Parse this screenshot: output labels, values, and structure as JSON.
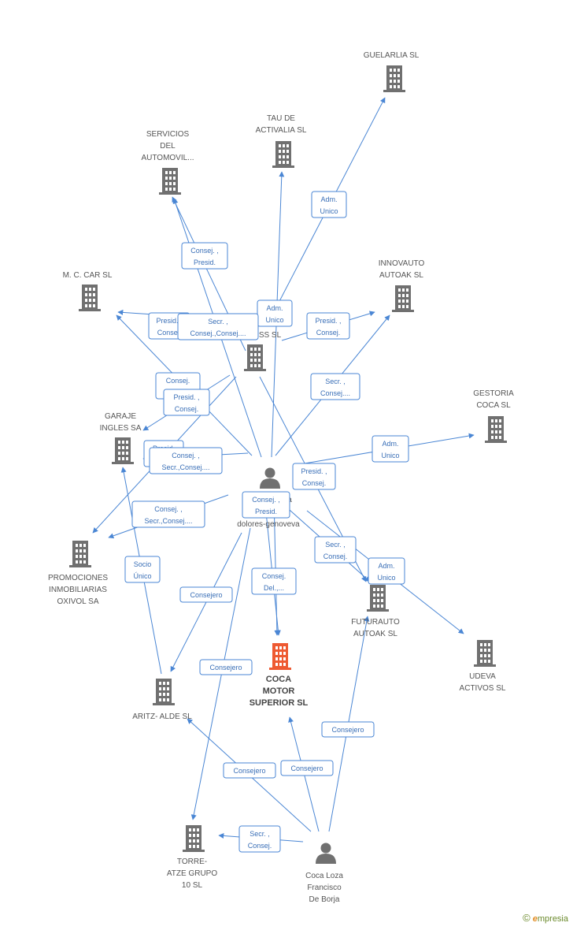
{
  "colors": {
    "edge": "#4a86d4",
    "building": "#707070",
    "main_building": "#ee5a32",
    "person": "#707070",
    "box_text": "#3a6fb7"
  },
  "nodes": [
    {
      "id": "guelarlia",
      "type": "company",
      "lines": [
        "GUELARLIA SL"
      ]
    },
    {
      "id": "tau",
      "type": "company",
      "lines": [
        "TAU DE",
        "ACTIVALIA SL"
      ]
    },
    {
      "id": "servicios",
      "type": "company",
      "lines": [
        "SERVICIOS",
        "DEL",
        "AUTOMOVIL..."
      ]
    },
    {
      "id": "innovauto",
      "type": "company",
      "lines": [
        "INNOVAUTO",
        "AUTOAK SL"
      ]
    },
    {
      "id": "mccar",
      "type": "company",
      "lines": [
        "M. C. CAR SL"
      ]
    },
    {
      "id": "hub",
      "type": "company",
      "lines": [
        "SS SL"
      ]
    },
    {
      "id": "gestoria",
      "type": "company",
      "lines": [
        "GESTORIA",
        "COCA SL"
      ]
    },
    {
      "id": "garaje",
      "type": "company",
      "lines": [
        "GARAJE",
        "INGLES SA"
      ]
    },
    {
      "id": "dolores",
      "type": "person",
      "lines": [
        "a",
        "dolores-genoveva"
      ]
    },
    {
      "id": "promociones",
      "type": "company",
      "lines": [
        "PROMOCIONES",
        "INMOBILIARIAS",
        "OXIVOL SA"
      ]
    },
    {
      "id": "futurauto",
      "type": "company",
      "lines": [
        "FUTURAUTO",
        "AUTOAK SL"
      ]
    },
    {
      "id": "udeva",
      "type": "company",
      "lines": [
        "UDEVA",
        "ACTIVOS SL"
      ]
    },
    {
      "id": "coca",
      "type": "main",
      "lines": [
        "COCA",
        "MOTOR",
        "SUPERIOR SL"
      ]
    },
    {
      "id": "aritz",
      "type": "company",
      "lines": [
        "ARITZ- ALDE SL"
      ]
    },
    {
      "id": "torre",
      "type": "company",
      "lines": [
        "TORRE-",
        "ATZE GRUPO",
        "10 SL"
      ]
    },
    {
      "id": "borja",
      "type": "person",
      "lines": [
        "Coca Loza",
        "Francisco",
        "De Borja"
      ]
    }
  ],
  "relations": [
    {
      "id": "r1",
      "lines": [
        "Adm.",
        "Unico"
      ]
    },
    {
      "id": "r2",
      "lines": [
        "Consej. ,",
        "Presid."
      ]
    },
    {
      "id": "r3",
      "lines": [
        "Adm.",
        "Unico"
      ]
    },
    {
      "id": "r4",
      "lines": [
        "Presid. ,",
        "Consej."
      ]
    },
    {
      "id": "r5",
      "lines": [
        "Presid. ,",
        "Consej."
      ]
    },
    {
      "id": "r6",
      "lines": [
        "Secr. ,",
        "Consej.,Consej...."
      ]
    },
    {
      "id": "r7",
      "lines": [
        "Consej.",
        ""
      ]
    },
    {
      "id": "r8",
      "lines": [
        "Presid. ,",
        "Consej."
      ]
    },
    {
      "id": "r9",
      "lines": [
        "Secr. ,",
        "Consej...."
      ]
    },
    {
      "id": "r10",
      "lines": [
        "Adm.",
        "Unico"
      ]
    },
    {
      "id": "r11",
      "lines": [
        "Presid.",
        ""
      ]
    },
    {
      "id": "r12",
      "lines": [
        "Consej. ,",
        "Secr.,Consej...."
      ]
    },
    {
      "id": "r13",
      "lines": [
        "Presid. ,",
        "Consej."
      ]
    },
    {
      "id": "r14",
      "lines": [
        "Consej. ,",
        "Presid."
      ]
    },
    {
      "id": "r15",
      "lines": [
        "Consej. ,",
        "Secr.,Consej...."
      ]
    },
    {
      "id": "r16",
      "lines": [
        "Secr. ,",
        "Consej."
      ]
    },
    {
      "id": "r17",
      "lines": [
        "Adm.",
        "Unico"
      ]
    },
    {
      "id": "r18",
      "lines": [
        "Socio",
        "Único"
      ]
    },
    {
      "id": "r19",
      "lines": [
        "Consej.",
        "Del.,..."
      ]
    },
    {
      "id": "r20",
      "lines": [
        "Consejero"
      ]
    },
    {
      "id": "r21",
      "lines": [
        "Consejero"
      ]
    },
    {
      "id": "r22",
      "lines": [
        "Consejero"
      ]
    },
    {
      "id": "r23",
      "lines": [
        "Consejero"
      ]
    },
    {
      "id": "r24",
      "lines": [
        "Consejero"
      ]
    },
    {
      "id": "r25",
      "lines": [
        "Secr. ,",
        "Consej."
      ]
    }
  ],
  "footer": {
    "copyright": "©",
    "brand_first": "e",
    "brand_rest": "mpresia"
  }
}
